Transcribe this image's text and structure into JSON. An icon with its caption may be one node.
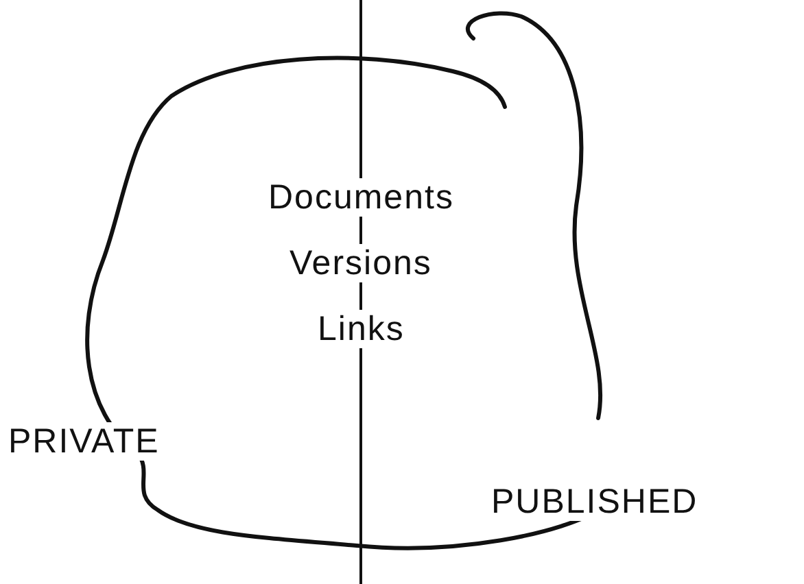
{
  "diagram": {
    "labels": [
      "Documents",
      "Versions",
      "Links",
      "PRIVATE",
      "PUBLISHED"
    ]
  }
}
